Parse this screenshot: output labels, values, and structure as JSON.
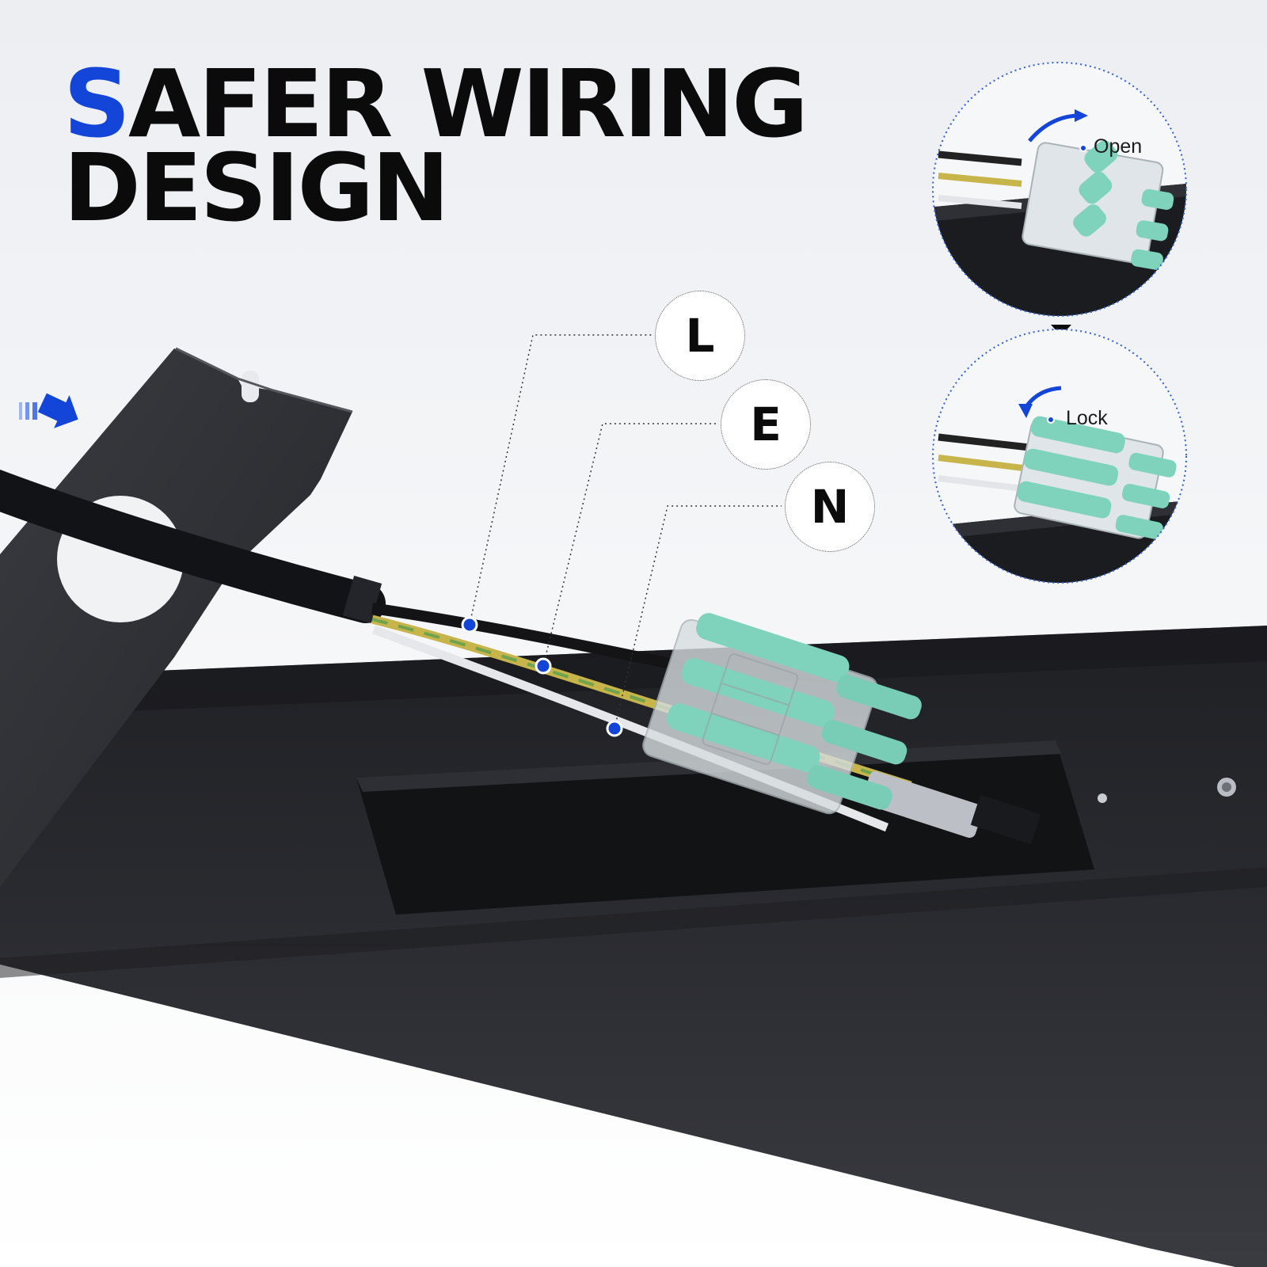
{
  "headline": {
    "accent_letter": "S",
    "line1_rest": "AFER WIRING",
    "line2": "DESIGN"
  },
  "callouts": {
    "l": "L",
    "e": "E",
    "n": "N"
  },
  "insets": {
    "open_label": "Open",
    "lock_label": "Lock"
  },
  "colors": {
    "accent": "#1346d8",
    "connector_lever": "#7fd3bd",
    "housing": "#26272c"
  }
}
